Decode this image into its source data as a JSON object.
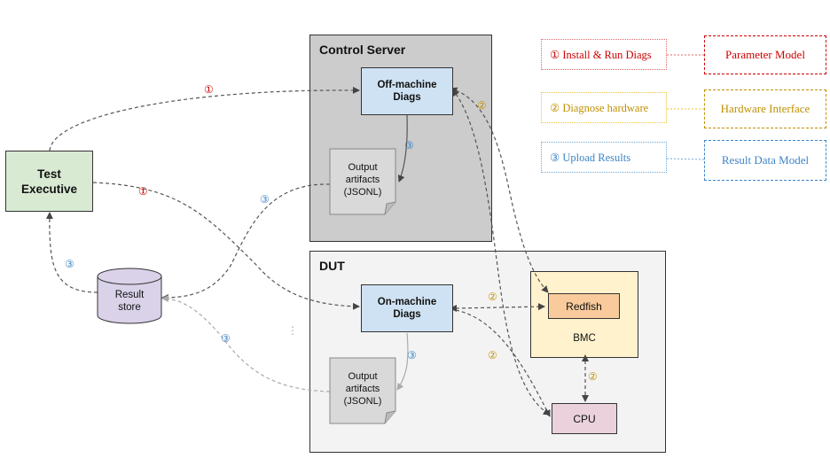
{
  "containers": {
    "control_server": "Control Server",
    "dut": "DUT"
  },
  "nodes": {
    "test_executive": "Test\nExecutive",
    "off_machine_diags": "Off-machine\nDiags",
    "on_machine_diags": "On-machine\nDiags",
    "output_artifacts_server": "Output\nartifacts\n(JSONL)",
    "output_artifacts_dut": "Output\nartifacts\n(JSONL)",
    "result_store": "Result\nstore",
    "redfish": "Redfish",
    "bmc": "BMC",
    "cpu": "CPU"
  },
  "legend": [
    {
      "label": "① Install & Run Diags",
      "model": "Parameter Model",
      "color": "#cc0000"
    },
    {
      "label": "② Diagnose hardware",
      "model": "Hardware Interface",
      "color": "#bf9000"
    },
    {
      "label": "③ Upload Results",
      "model": "Result Data Model",
      "color": "#3d85c6"
    }
  ],
  "edge_labels": {
    "one": "①",
    "two": "②",
    "three": "③",
    "ellipsis": "⋮"
  }
}
